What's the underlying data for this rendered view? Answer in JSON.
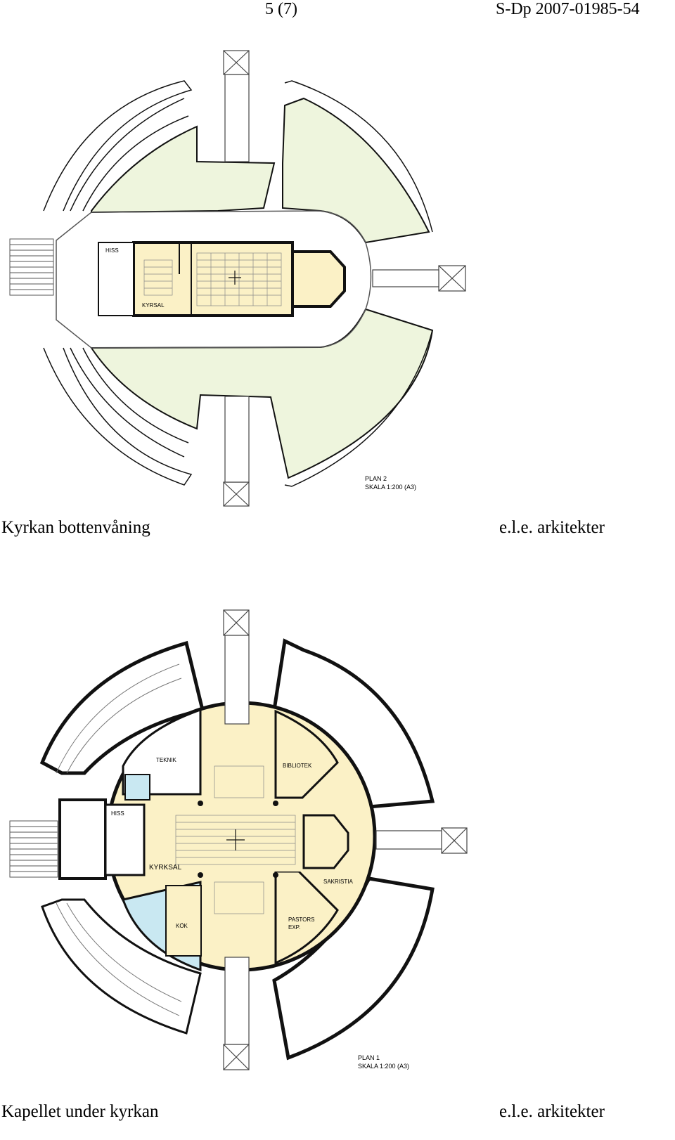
{
  "header": {
    "page_number": "5 (7)",
    "doc_number": "S-Dp 2007-01985-54"
  },
  "plan_upper": {
    "rooms": {
      "hiss": "HISS",
      "kyrsal": "KYRSAL"
    },
    "plan_title": "PLAN 2",
    "scale": "SKALA 1:200 (A3)",
    "caption": "Kyrkan bottenvåning",
    "credit": "e.l.e. arkitekter"
  },
  "plan_lower": {
    "rooms": {
      "teknik": "TEKNIK",
      "bibliotek": "BIBLIOTEK",
      "hiss": "HISS",
      "kyrksal": "KYRKSAL",
      "sakristia": "SAKRISTIA",
      "kok": "KÖK",
      "pastors_exp_1": "PASTORS",
      "pastors_exp_2": "EXP."
    },
    "plan_title": "PLAN 1",
    "scale": "SKALA 1:200 (A3)",
    "caption": "Kapellet under kyrkan",
    "credit": "e.l.e. arkitekter"
  },
  "colors": {
    "green": "#eef5dd",
    "yellow": "#fbf1c6",
    "blue": "#c9e8f2",
    "wall": "#111111"
  }
}
